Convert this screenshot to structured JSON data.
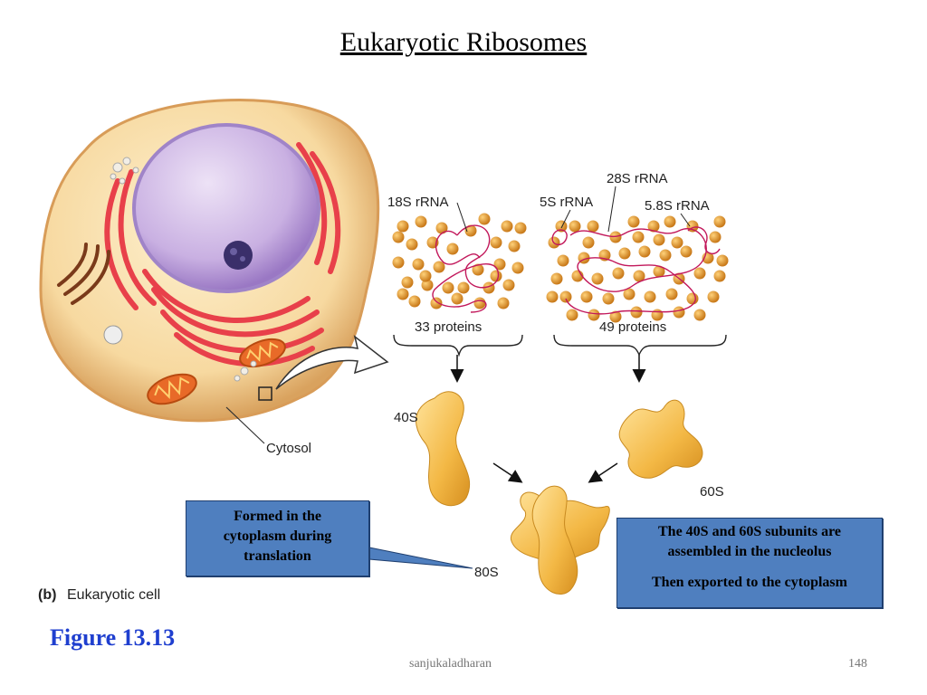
{
  "title": "Eukaryotic Ribosomes",
  "diagram": {
    "cell_caption_prefix": "(b)",
    "cell_caption": "Eukaryotic cell",
    "cytosol_label": "Cytosol",
    "small_subunit": {
      "rrna_label": "18S rRNA",
      "protein_count_label": "33 proteins",
      "subunit_label": "40S"
    },
    "large_subunit": {
      "rrna_labels": [
        "28S rRNA",
        "5S rRNA",
        "5.8S rRNA"
      ],
      "protein_count_label": "49 proteins",
      "subunit_label": "60S"
    },
    "assembled_label": "80S"
  },
  "callouts": {
    "left": [
      "Formed in the",
      "cytoplasm during",
      "translation"
    ],
    "right": [
      "The 40S and 60S subunits are",
      "assembled in the nucleolus",
      "Then exported to the cytoplasm"
    ]
  },
  "figure_label": "Figure 13.13",
  "footer": {
    "author": "sanjukaladharan",
    "page": "148"
  },
  "colors": {
    "cytoplasm": "#f7d9a0",
    "nucleus": "#c9b0e2",
    "er": "#e8404a",
    "protein": "#e89a2a",
    "rrna": "#c2185b",
    "ribosome": "#f0b340",
    "callout": "#4f7fbf",
    "figure_label": "#1f3fcf"
  }
}
